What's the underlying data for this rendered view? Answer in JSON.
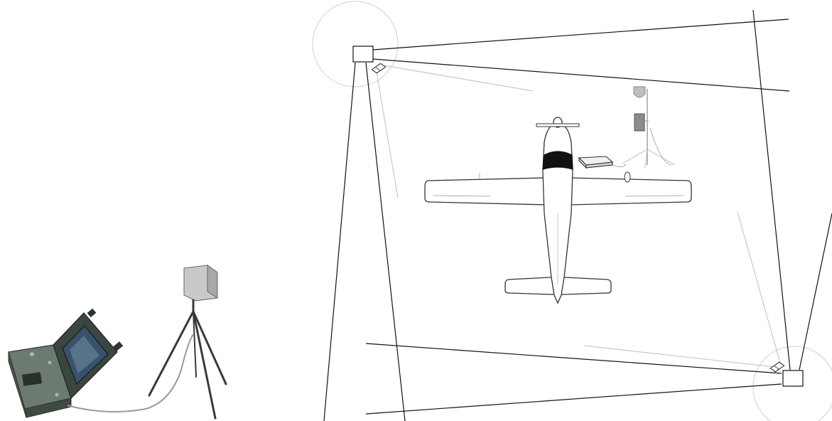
{
  "diagram": {
    "type": "equipment-layout-illustration",
    "components": [
      {
        "id": "field-control-case",
        "label": ""
      },
      {
        "id": "tripod-sensor-panel",
        "label": ""
      },
      {
        "id": "radar-station-top-left",
        "label": ""
      },
      {
        "id": "radar-station-bottom-right",
        "label": ""
      },
      {
        "id": "aircraft",
        "label": ""
      },
      {
        "id": "ground-equipment-box",
        "label": ""
      },
      {
        "id": "mast-with-sensors",
        "label": ""
      }
    ],
    "colors": {
      "line": "#111111",
      "light_line": "#c8c8c8",
      "circle": "#cfcfcf",
      "aircraft_fill": "#ffffff",
      "aircraft_stroke": "#333333",
      "cockpit": "#111111",
      "case_body": "#4a5a52",
      "case_screen": "#2b3a4a",
      "tripod_legs": "#3a3a3a",
      "panel": "#c9c9c9"
    }
  }
}
